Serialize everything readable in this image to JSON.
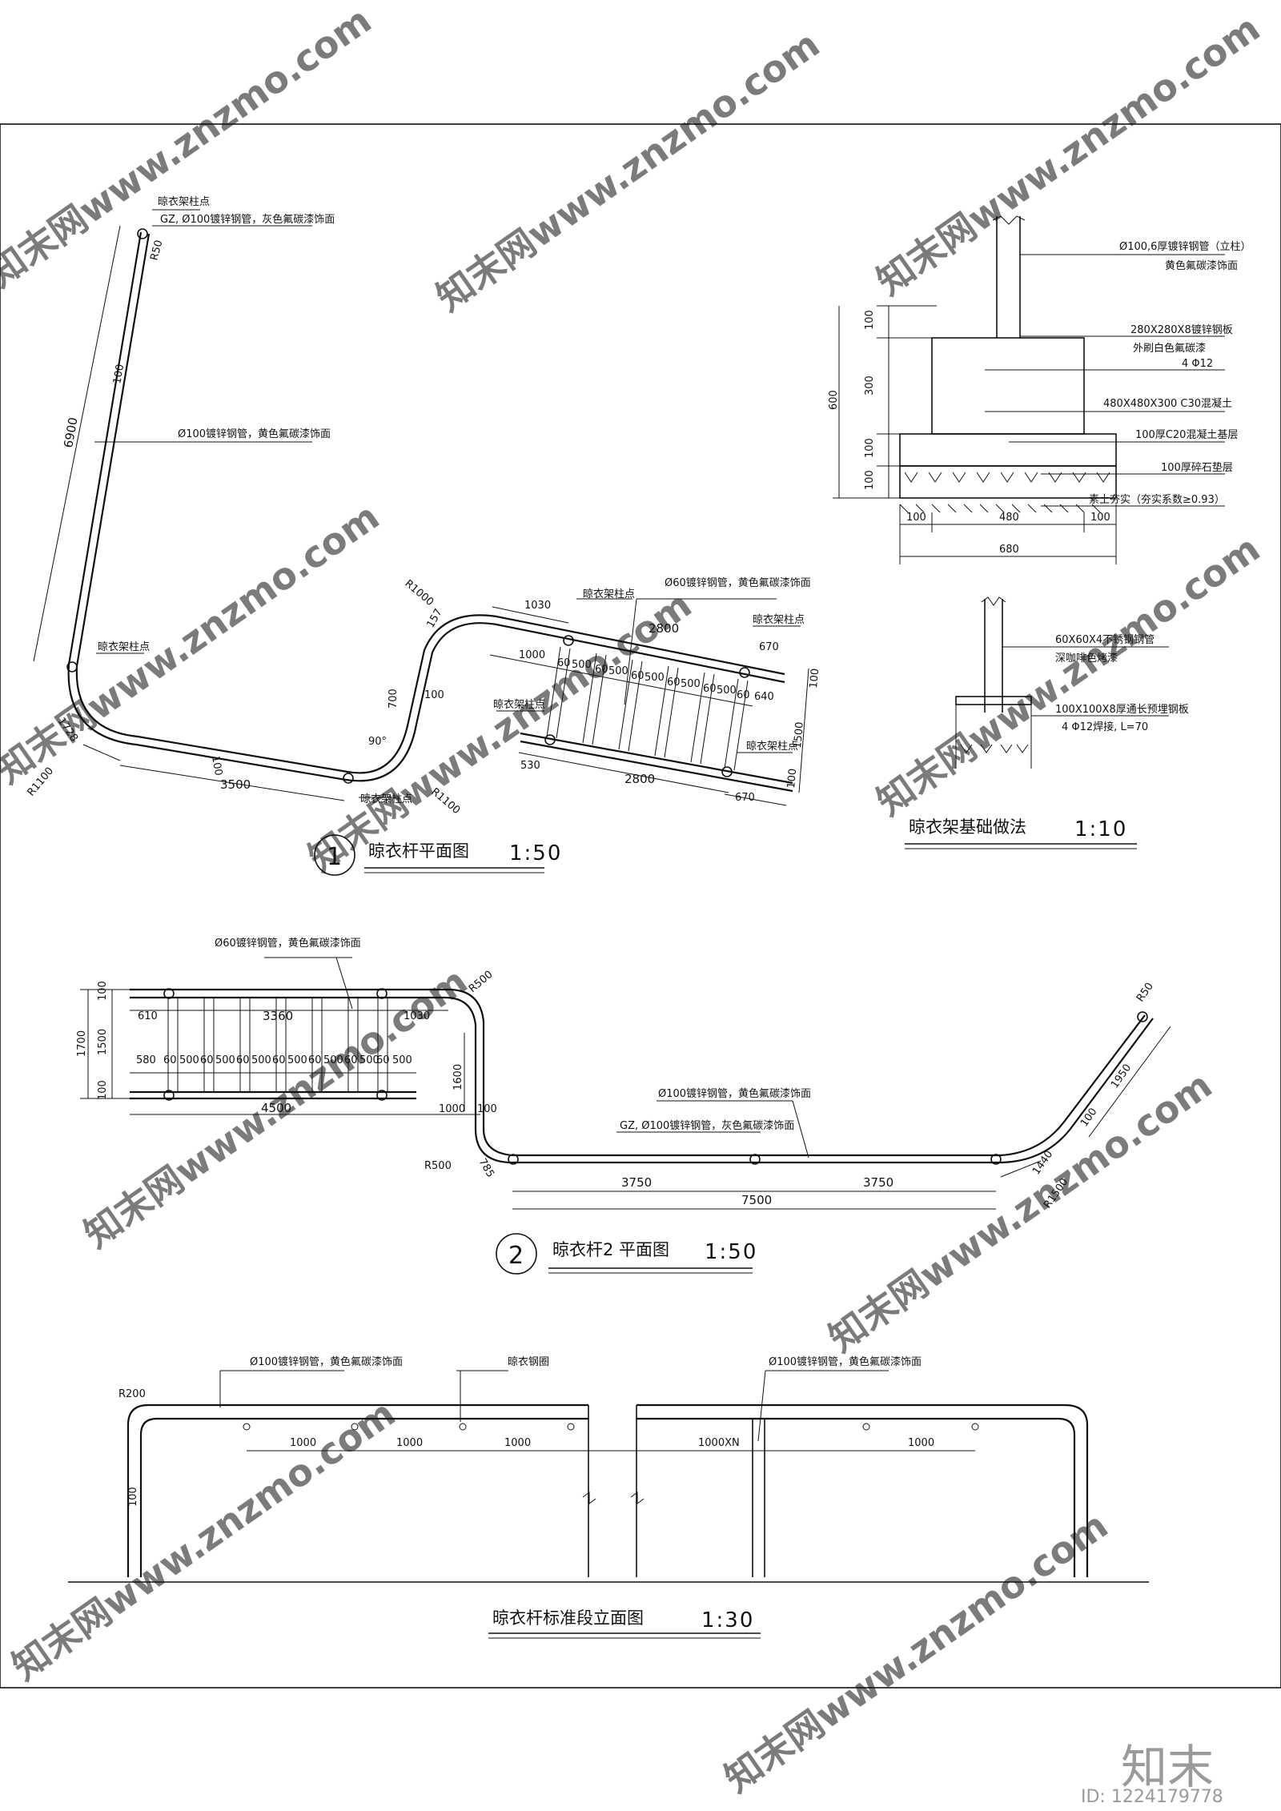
{
  "watermark": {
    "site": "知末网www.znzmo.com",
    "logo": "知末",
    "id": "ID: 1224179778"
  },
  "plan1": {
    "title": "晾衣杆平面图",
    "scale": "1:50",
    "number": "1",
    "labels": {
      "post_top": "晾衣架柱点",
      "gz_top": "GZ, Ø100镀锌钢管，灰色氟碳漆饰面",
      "r50": "R50",
      "dim_6900": "6900",
      "dim_100_a": "100",
      "pipe_100": "Ø100镀锌钢管，黄色氟碳漆饰面",
      "post_left": "晾衣架柱点",
      "dim_1728": "1728",
      "r1100_left": "R1100",
      "dim_100_b": "100",
      "dim_3500": "3500",
      "post_bottom": "晾衣架柱点",
      "angle_90": "90°",
      "dim_700": "700",
      "dim_100_c": "100",
      "r1100_right": "R1100",
      "r1000": "R1000",
      "dim_157": "157",
      "dim_1030": "1030",
      "post_rack_top": "晾衣架柱点",
      "pipe_60": "Ø60镀锌钢管，黄色氟碳漆饰面",
      "dim_2800_top": "2800",
      "post_rack_right": "晾衣架柱点",
      "dim_670_top": "670",
      "dim_1000": "1000",
      "bars": [
        "60",
        "500",
        "60",
        "500",
        "60",
        "500",
        "60",
        "500",
        "60",
        "500",
        "60",
        "640"
      ],
      "post_rack_left": "晾衣架柱点",
      "dim_1500": "1500",
      "dim_100_d": "100",
      "dim_100_e": "100",
      "post_rack_br": "晾衣架柱点",
      "dim_530": "530",
      "dim_2800_bottom": "2800",
      "dim_670_bottom": "670"
    }
  },
  "foundation": {
    "title": "晾衣架基础做法",
    "scale": "1:10",
    "notes": [
      "Ø100,6厚镀锌钢管（立柱）",
      "黄色氟碳漆饰面",
      "280X280X8镀锌钢板",
      "外刷白色氟碳漆",
      "4 Φ12",
      "480X480X300 C30混凝土",
      "100厚C20混凝土基层",
      "100厚碎石垫层",
      "素土夯实（夯实系数≥0.93）"
    ],
    "vdims": [
      "100",
      "300",
      "100",
      "100"
    ],
    "vtotal": "600",
    "hdims": [
      "100",
      "480",
      "100"
    ],
    "htotal": "680",
    "detail_notes": [
      "60X60X4不锈钢钢管",
      "深咖啡色烤漆",
      "100X100X8厚通长预埋钢板",
      "4 Φ12焊接, L=70"
    ]
  },
  "plan2": {
    "title": "晾衣杆2 平面图",
    "scale": "1:50",
    "number": "2",
    "labels": {
      "pipe_60": "Ø60镀锌钢管，黄色氟碳漆饰面",
      "r500_top": "R500",
      "dim_1700": "1700",
      "dim_100_a": "100",
      "dim_1500": "1500",
      "dim_100_b": "100",
      "dim_610": "610",
      "dim_3360": "3360",
      "dim_1030": "1030",
      "bars": [
        "580",
        "60",
        "500",
        "60",
        "500",
        "60",
        "500",
        "60",
        "500",
        "60",
        "500",
        "60",
        "500",
        "60",
        "500"
      ],
      "dim_4500": "4500",
      "dim_1000": "1000",
      "dim_1600": "1600",
      "dim_100_c": "100",
      "pipe_100": "Ø100镀锌钢管，黄色氟碳漆饰面",
      "gz": "GZ, Ø100镀锌钢管，灰色氟碳漆饰面",
      "r500_bottom": "R500",
      "dim_785": "785",
      "dim_3750_a": "3750",
      "dim_3750_b": "3750",
      "dim_7500": "7500",
      "r50": "R50",
      "dim_1950": "1950",
      "dim_100_d": "100",
      "dim_1440": "1440",
      "r1500": "R1500"
    }
  },
  "elevation": {
    "title": "晾衣杆标准段立面图",
    "scale": "1:30",
    "labels": {
      "r200": "R200",
      "pipe_left": "Ø100镀锌钢管，黄色氟碳漆饰面",
      "ring": "晾衣钢圈",
      "pipe_right": "Ø100镀锌钢管，黄色氟碳漆饰面",
      "dim_1000_a": "1000",
      "dim_1000_b": "1000",
      "dim_1000_c": "1000",
      "dim_1000xn": "1000XN",
      "dim_1000_d": "1000",
      "dim_100": "100"
    }
  }
}
